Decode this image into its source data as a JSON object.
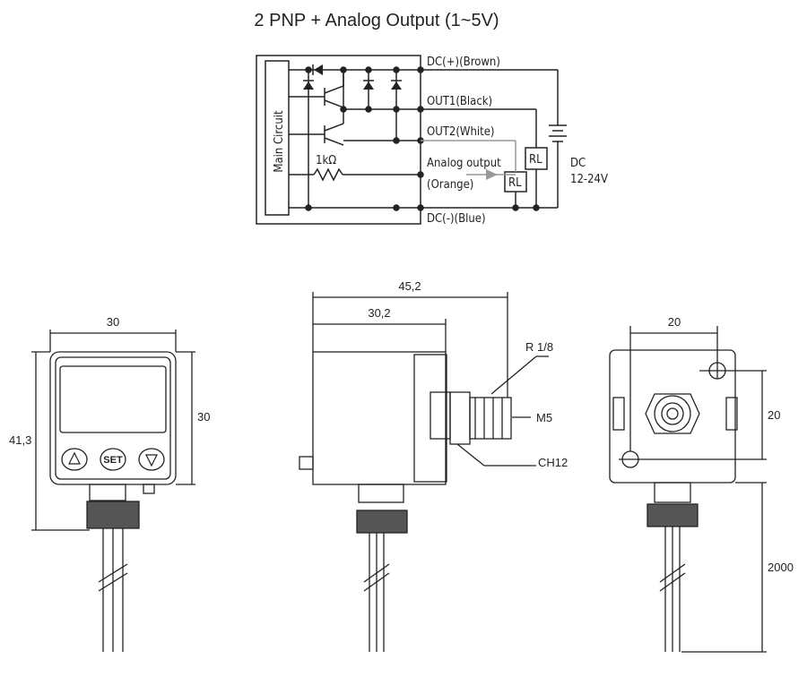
{
  "title": "2 PNP + Analog Output (1~5V)",
  "schematic": {
    "main_circuit": "Main Circuit",
    "resistor": "1kΩ",
    "dc_plus": "DC(+)(Brown)",
    "out1": "OUT1(Black)",
    "out2": "OUT2(White)",
    "analog_line1": "Analog output",
    "analog_line2": "(Orange)",
    "dc_minus": "DC(-)(Blue)",
    "rl1": "RL",
    "rl2": "RL",
    "dc_label": "DC",
    "dc_voltage": "12-24V"
  },
  "front_view": {
    "width": "30",
    "height": "30",
    "total_height": "41,3",
    "set_label": "SET"
  },
  "side_view": {
    "overall": "45,2",
    "body": "30,2",
    "thread": "R 1/8",
    "port": "M5",
    "hex": "CH12"
  },
  "rear_view": {
    "hole_spacing_h": "20",
    "hole_spacing_v": "20",
    "cable_length": "2000"
  }
}
